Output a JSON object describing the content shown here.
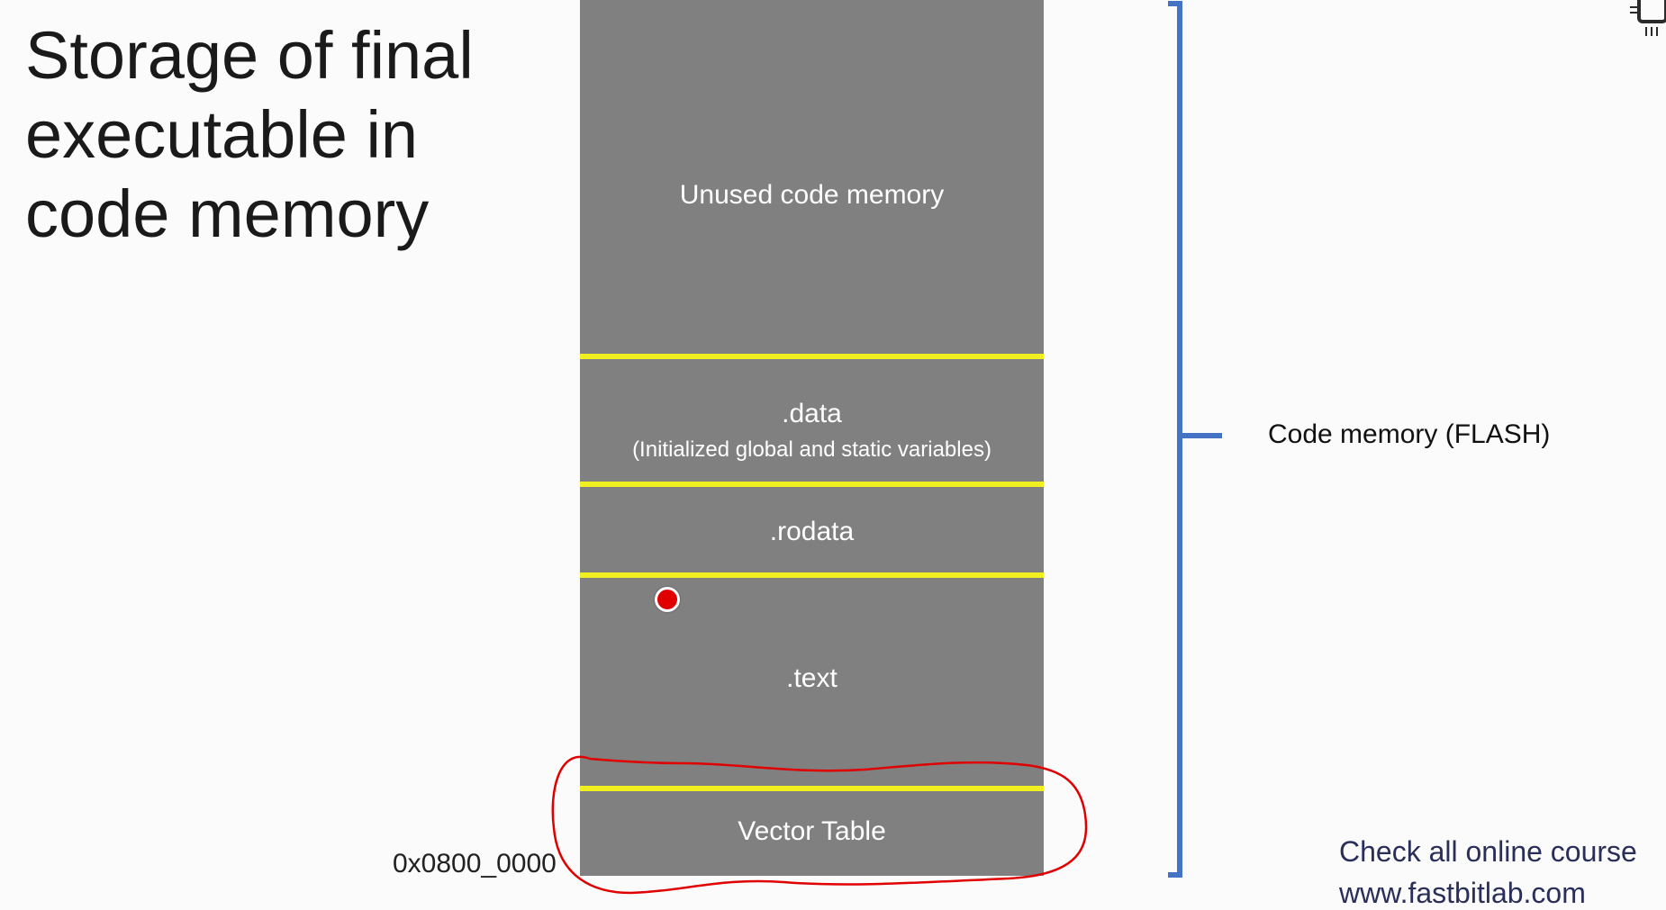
{
  "title": {
    "line1": "Storage of final",
    "line2": "executable in",
    "line3": "code memory"
  },
  "segments": {
    "unused": "Unused code memory",
    "data": ".data",
    "data_sub": "(Initialized global and static variables)",
    "rodata": ".rodata",
    "text": ".text",
    "vector_table": "Vector Table"
  },
  "address_label": "0x0800_0000",
  "bracket_label": "Code memory (FLASH)",
  "footer": {
    "line1": "Check all online course",
    "line2": "www.fastbitlab.com"
  },
  "colors": {
    "memory_block": "#808080",
    "separator": "#f0f020",
    "bracket": "#4472c4",
    "annotation": "#e00000"
  }
}
